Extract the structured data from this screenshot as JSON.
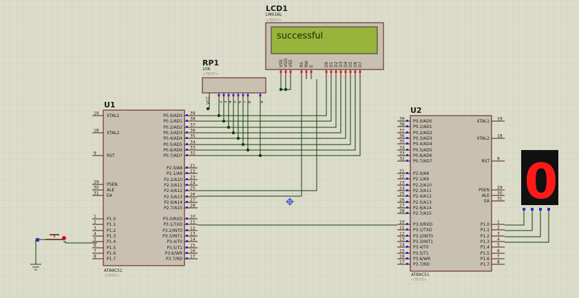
{
  "lcd": {
    "ref": "LCD1",
    "model": "LM016L",
    "text_placeholder": "<TEXT>",
    "display_text": "successful",
    "pins": [
      "VSS",
      "VDD",
      "VEE",
      "RS",
      "RW",
      "E",
      "D0",
      "D1",
      "D2",
      "D3",
      "D4",
      "D5",
      "D6",
      "D7"
    ]
  },
  "rp": {
    "ref": "RP1",
    "value": "10K",
    "text_placeholder": "<TEXT>",
    "common_pin": "VCC",
    "pins": [
      "2",
      "3",
      "4",
      "5",
      "6",
      "7",
      "8",
      "9"
    ]
  },
  "u1": {
    "ref": "U1",
    "part": "AT89C51",
    "text_placeholder": "<TEXT>",
    "left_pins": [
      {
        "num": "19",
        "name": "XTAL1"
      },
      {
        "num": "18",
        "name": "XTAL2"
      },
      {
        "num": "9",
        "name": "RST"
      },
      {
        "num": "29",
        "name": "PSEN"
      },
      {
        "num": "30",
        "name": "ALE"
      },
      {
        "num": "31",
        "name": "EA"
      },
      {
        "num": "1",
        "name": "P1.0"
      },
      {
        "num": "2",
        "name": "P1.1"
      },
      {
        "num": "3",
        "name": "P1.2"
      },
      {
        "num": "4",
        "name": "P1.3"
      },
      {
        "num": "5",
        "name": "P1.4"
      },
      {
        "num": "6",
        "name": "P1.5"
      },
      {
        "num": "7",
        "name": "P1.6"
      },
      {
        "num": "8",
        "name": "P1.7"
      }
    ],
    "right_pins": [
      {
        "num": "39",
        "name": "P0.0/AD0"
      },
      {
        "num": "38",
        "name": "P0.1/AD1"
      },
      {
        "num": "37",
        "name": "P0.2/AD2"
      },
      {
        "num": "36",
        "name": "P0.3/AD3"
      },
      {
        "num": "35",
        "name": "P0.4/AD4"
      },
      {
        "num": "34",
        "name": "P0.5/AD5"
      },
      {
        "num": "33",
        "name": "P0.6/AD6"
      },
      {
        "num": "32",
        "name": "P0.7/AD7"
      },
      {
        "num": "21",
        "name": "P2.0/A8"
      },
      {
        "num": "22",
        "name": "P2.1/A9"
      },
      {
        "num": "23",
        "name": "P2.2/A10"
      },
      {
        "num": "24",
        "name": "P2.3/A11"
      },
      {
        "num": "25",
        "name": "P2.4/A12"
      },
      {
        "num": "26",
        "name": "P2.5/A13"
      },
      {
        "num": "27",
        "name": "P2.6/A14"
      },
      {
        "num": "28",
        "name": "P2.7/A15"
      },
      {
        "num": "10",
        "name": "P3.0/RXD"
      },
      {
        "num": "11",
        "name": "P3.1/TXD"
      },
      {
        "num": "12",
        "name": "P3.2/INT0"
      },
      {
        "num": "13",
        "name": "P3.3/INT1"
      },
      {
        "num": "14",
        "name": "P3.4/T0"
      },
      {
        "num": "15",
        "name": "P3.5/T1"
      },
      {
        "num": "16",
        "name": "P3.6/WR"
      },
      {
        "num": "17",
        "name": "P3.7/RD"
      }
    ]
  },
  "u2": {
    "ref": "U2",
    "part": "AT89C51",
    "text_placeholder": "<TEXT>",
    "left_pins": [
      {
        "num": "39",
        "name": "P0.0/AD0"
      },
      {
        "num": "38",
        "name": "P0.1/AD1"
      },
      {
        "num": "37",
        "name": "P0.2/AD2"
      },
      {
        "num": "36",
        "name": "P0.3/AD3"
      },
      {
        "num": "35",
        "name": "P0.4/AD4"
      },
      {
        "num": "34",
        "name": "P0.5/AD5"
      },
      {
        "num": "33",
        "name": "P0.6/AD6"
      },
      {
        "num": "32",
        "name": "P0.7/AD7"
      },
      {
        "num": "21",
        "name": "P2.0/A8"
      },
      {
        "num": "22",
        "name": "P2.1/A9"
      },
      {
        "num": "23",
        "name": "P2.2/A10"
      },
      {
        "num": "24",
        "name": "P2.3/A11"
      },
      {
        "num": "25",
        "name": "P2.4/A12"
      },
      {
        "num": "26",
        "name": "P2.5/A13"
      },
      {
        "num": "27",
        "name": "P2.6/A14"
      },
      {
        "num": "28",
        "name": "P2.7/A15"
      },
      {
        "num": "10",
        "name": "P3.0/RXD"
      },
      {
        "num": "11",
        "name": "P3.1/TXD"
      },
      {
        "num": "12",
        "name": "P3.2/INT0"
      },
      {
        "num": "13",
        "name": "P3.3/INT1"
      },
      {
        "num": "14",
        "name": "P3.4/T0"
      },
      {
        "num": "15",
        "name": "P3.5/T1"
      },
      {
        "num": "16",
        "name": "P3.6/WR"
      },
      {
        "num": "17",
        "name": "P3.7/RD"
      }
    ],
    "right_pins": [
      {
        "num": "19",
        "name": "XTAL1"
      },
      {
        "num": "18",
        "name": "XTAL2"
      },
      {
        "num": "9",
        "name": "RST"
      },
      {
        "num": "29",
        "name": "PSEN"
      },
      {
        "num": "30",
        "name": "ALE"
      },
      {
        "num": "31",
        "name": "EA"
      },
      {
        "num": "1",
        "name": "P1.0"
      },
      {
        "num": "2",
        "name": "P1.1"
      },
      {
        "num": "3",
        "name": "P1.2"
      },
      {
        "num": "4",
        "name": "P1.3"
      },
      {
        "num": "5",
        "name": "P1.4"
      },
      {
        "num": "6",
        "name": "P1.5"
      },
      {
        "num": "7",
        "name": "P1.6"
      },
      {
        "num": "8",
        "name": "P1.7"
      }
    ]
  },
  "seg": {
    "digit": "0",
    "color_on": "#ff1a1a",
    "color_off": "#4a0000"
  },
  "colors": {
    "wire": "#0b3d0b",
    "component_fill": "#c8c0b0",
    "component_stroke": "#5a1010",
    "lcd_screen": "#9ab33a",
    "background": "#dcdcca"
  }
}
